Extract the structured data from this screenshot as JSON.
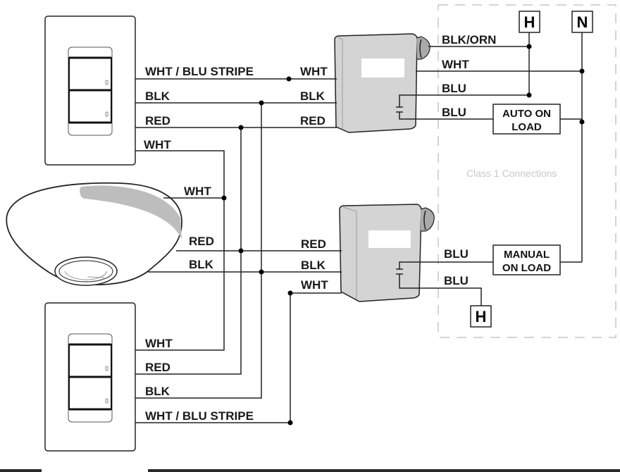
{
  "diagram": {
    "top_switch_wires": {
      "wht_blu": "WHT / BLU STRIPE",
      "blk": "BLK",
      "red": "RED",
      "wht": "WHT"
    },
    "top_pack_wires": {
      "wht": "WHT",
      "blk": "BLK",
      "red": "RED"
    },
    "top_pack_right": {
      "blk_orn": "BLK/ORN",
      "wht": "WHT",
      "blu1": "BLU",
      "blu2": "BLU"
    },
    "sensor_wires": {
      "wht": "WHT",
      "red": "RED",
      "blk": "BLK"
    },
    "bottom_pack_wires": {
      "red": "RED",
      "blk": "BLK",
      "wht": "WHT"
    },
    "bottom_pack_right": {
      "blu1": "BLU",
      "blu2": "BLU"
    },
    "bottom_switch_wires": {
      "wht": "WHT",
      "red": "RED",
      "blk": "BLK",
      "wht_blu": "WHT / BLU STRIPE"
    },
    "terminals": {
      "hot_top": "H",
      "neutral": "N",
      "hot_bottom": "H"
    },
    "loads": {
      "auto_line1": "AUTO ON",
      "auto_line2": "LOAD",
      "manual_line1": "MANUAL",
      "manual_line2": "ON LOAD"
    },
    "zone_label": "Class 1 Connections"
  }
}
